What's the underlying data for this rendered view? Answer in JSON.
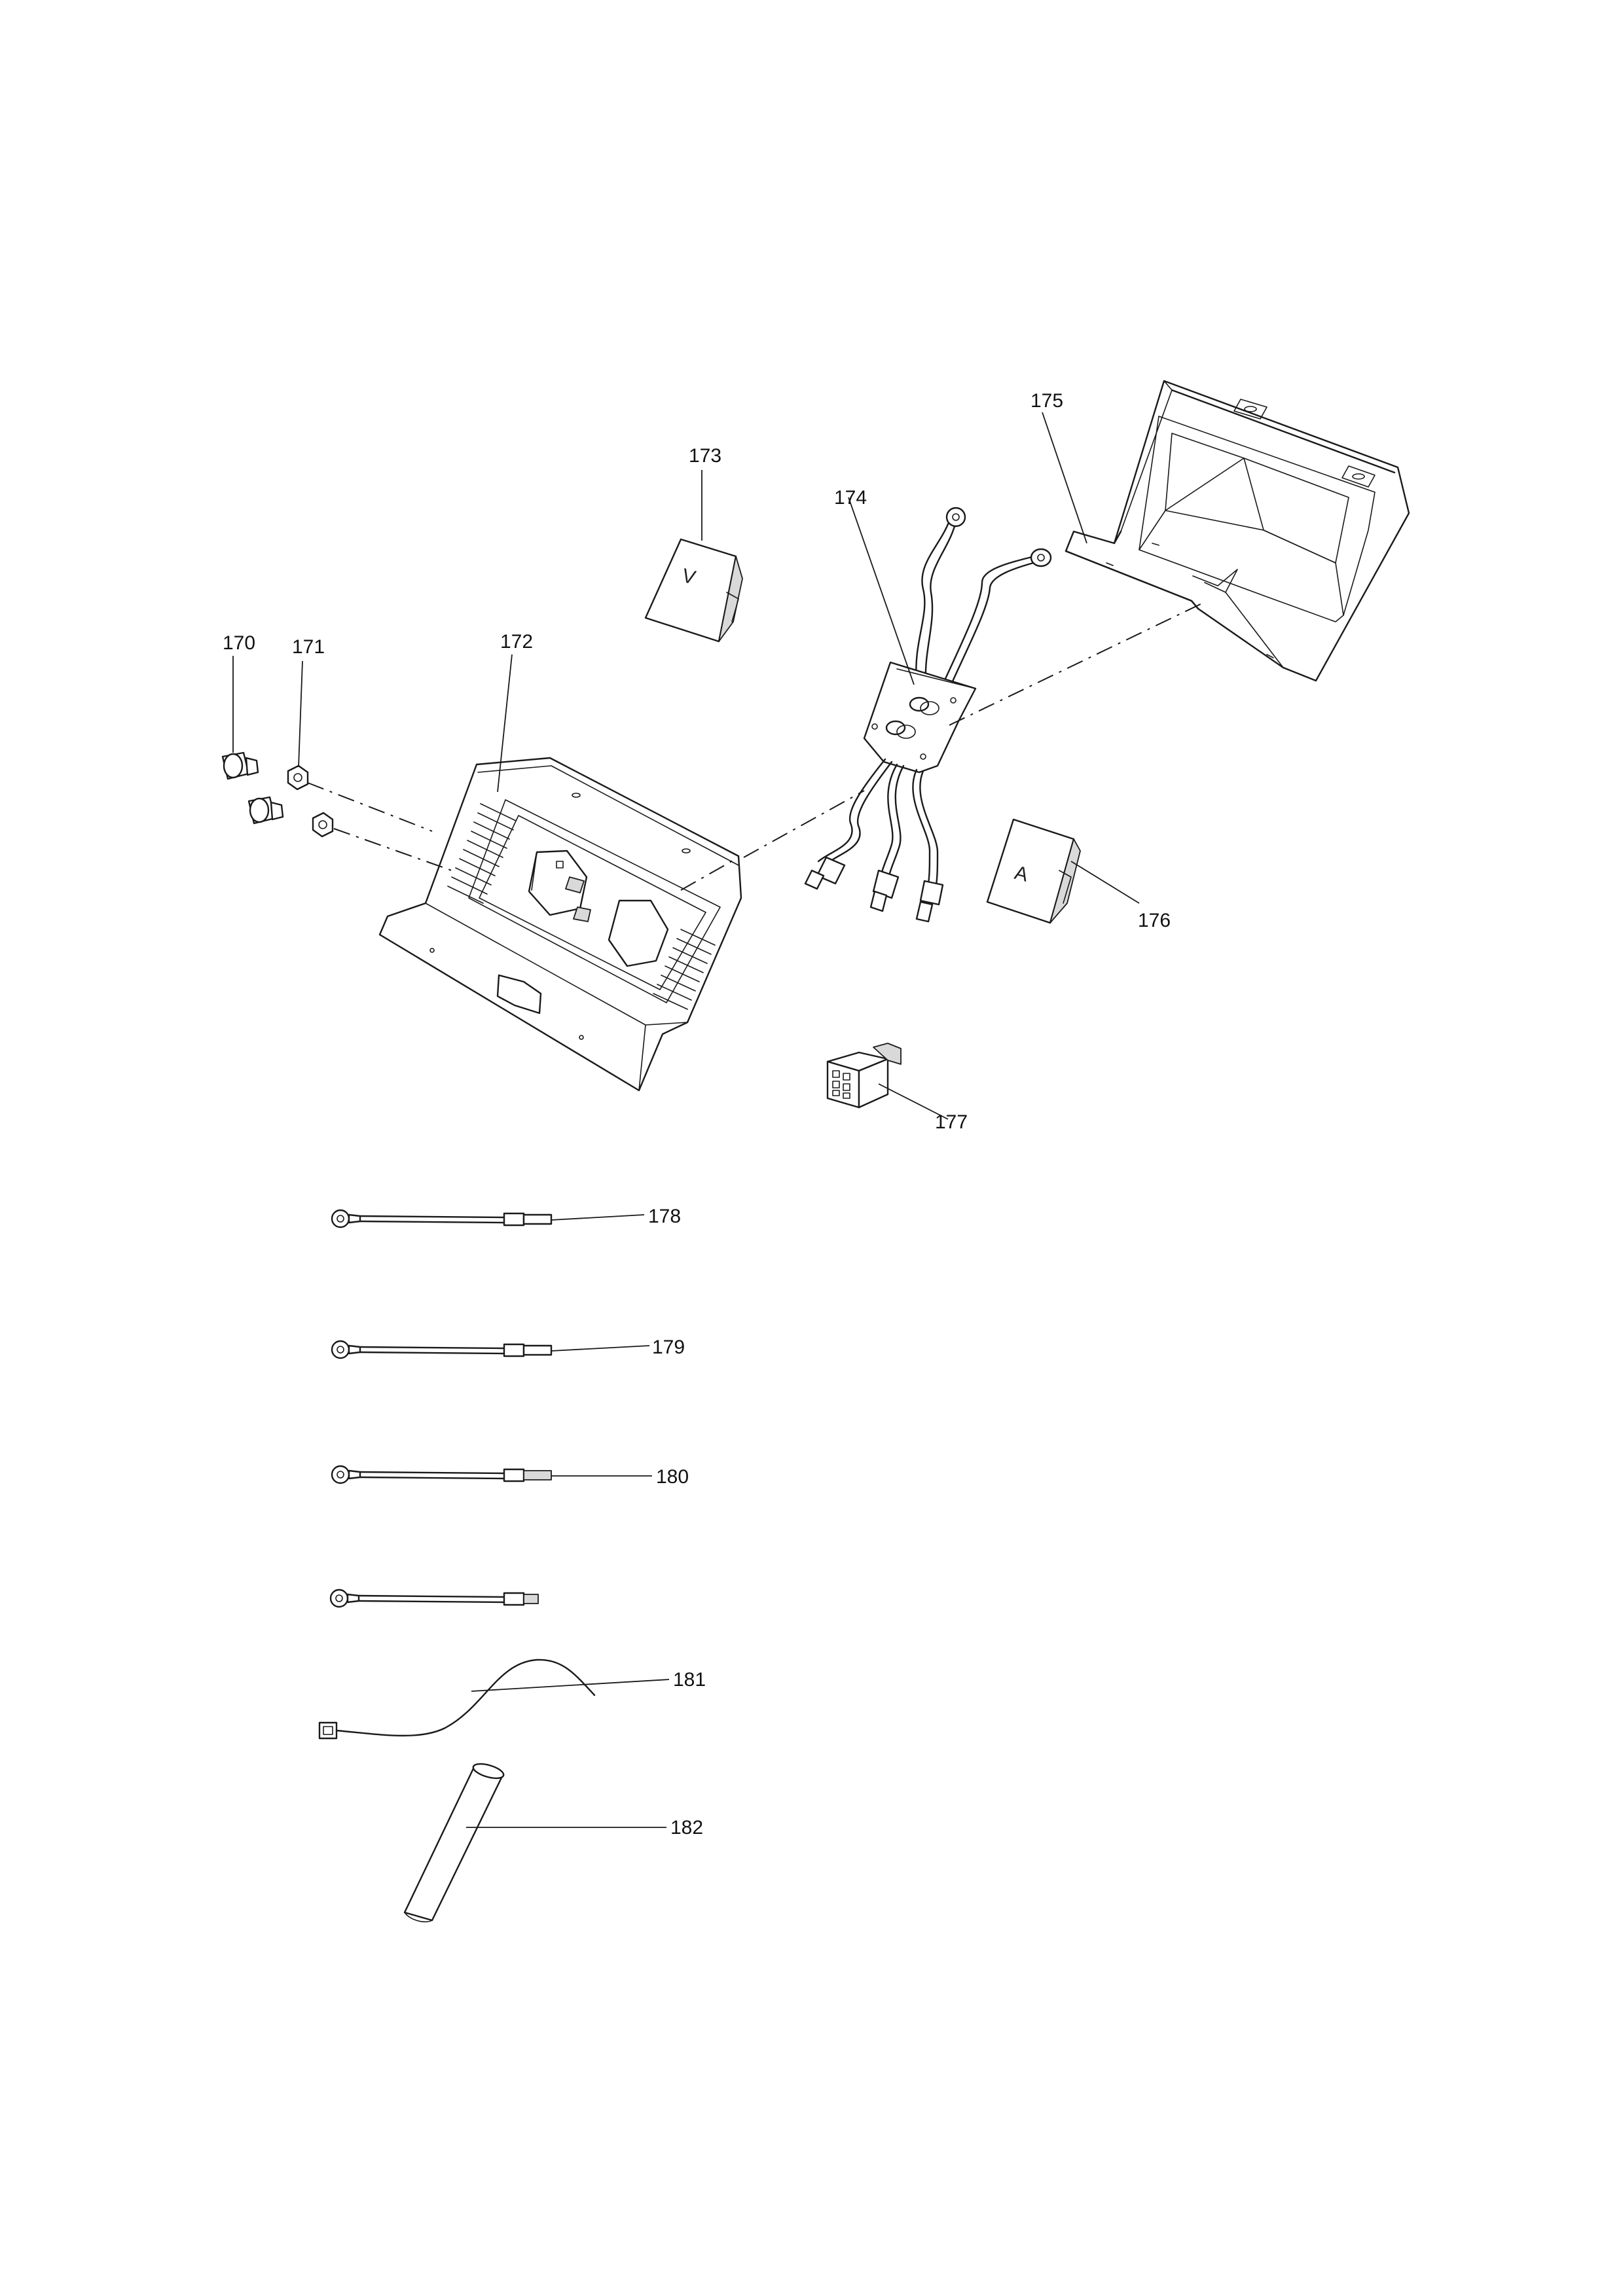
{
  "diagram": {
    "parts": [
      {
        "number": "170"
      },
      {
        "number": "171"
      },
      {
        "number": "172"
      },
      {
        "number": "173",
        "face_letter": "V"
      },
      {
        "number": "174"
      },
      {
        "number": "175"
      },
      {
        "number": "176",
        "face_letter": "A"
      },
      {
        "number": "177"
      },
      {
        "number": "178"
      },
      {
        "number": "179"
      },
      {
        "number": "180"
      },
      {
        "number": "181"
      },
      {
        "number": "182"
      }
    ]
  }
}
